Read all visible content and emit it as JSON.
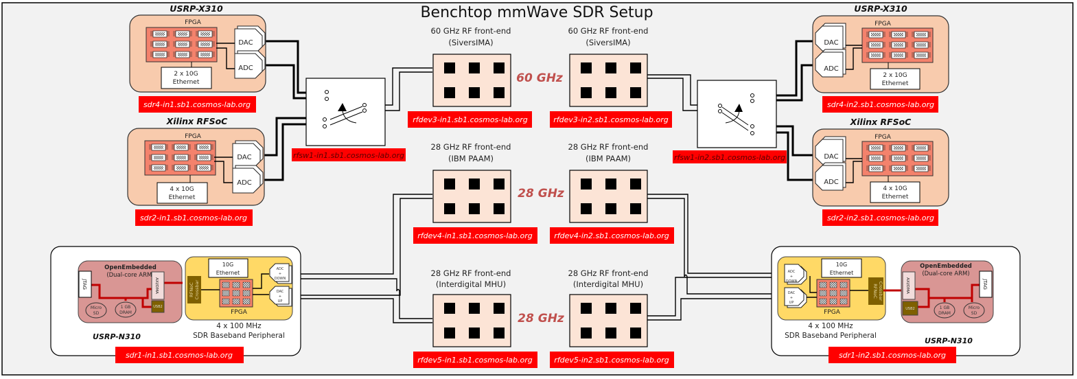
{
  "title": "Benchtop mmWave SDR Setup",
  "colors": {
    "background": "#f2f2f2",
    "sdr_box": "#f8cbad",
    "fpga_grid": "#f4826c",
    "hostname_bg": "#ff0000",
    "ghz_label": "#c0504d",
    "frontend_box": "#fce4d6",
    "n310_arm": "#d99694",
    "n310_fpga": "#ffd966",
    "crossbar": "#7f6000"
  },
  "left": {
    "x310": {
      "title": "USRP-X310",
      "fpga": "FPGA",
      "dac": "DAC",
      "adc": "ADC",
      "ethernet_line1": "2 x 10G",
      "ethernet_line2": "Ethernet",
      "hostname": "sdr4-in1.sb1.cosmos-lab.org"
    },
    "rfsoc": {
      "title": "Xilinx RFSoC",
      "fpga": "FPGA",
      "dac": "DAC",
      "adc": "ADC",
      "ethernet_line1": "4 x 10G",
      "ethernet_line2": "Ethernet",
      "hostname": "sdr2-in1.sb1.cosmos-lab.org"
    },
    "switch": {
      "hostname": "rfsw1-in1.sb1.cosmos-lab.org"
    },
    "n310": {
      "title": "USRP-N310",
      "arm_title": "OpenEmbedded",
      "arm_subtitle": "(Dual-core ARM)",
      "jtag": "JTAG",
      "axi_dma": "AXI/DMA",
      "usb2": "USB2",
      "micro_sd_line1": "Micro",
      "micro_sd_line2": "SD",
      "dram_line1": "1 GB",
      "dram_line2": "DRAM",
      "crossbar_line1": "RFNoC",
      "crossbar_line2": "Crossbar",
      "ethernet_line1": "10G",
      "ethernet_line2": "Ethernet",
      "adc_line1": "ADC",
      "adc_line2": "+",
      "adc_line3": "DOWN",
      "dac_line1": "DAC",
      "dac_line2": "+",
      "dac_line3": "UP",
      "fpga": "FPGA",
      "caption_line1": "4 x 100 MHz",
      "caption_line2": "SDR Baseband Peripheral",
      "hostname": "sdr1-in1.sb1.cosmos-lab.org"
    }
  },
  "right": {
    "x310": {
      "title": "USRP-X310",
      "fpga": "FPGA",
      "dac": "DAC",
      "adc": "ADC",
      "ethernet_line1": "2 x 10G",
      "ethernet_line2": "Ethernet",
      "hostname": "sdr4-in2.sb1.cosmos-lab.org"
    },
    "rfsoc": {
      "title": "Xilinx RFSoC",
      "fpga": "FPGA",
      "dac": "DAC",
      "adc": "ADC",
      "ethernet_line1": "4 x 10G",
      "ethernet_line2": "Ethernet",
      "hostname": "sdr2-in2.sb1.cosmos-lab.org"
    },
    "switch": {
      "hostname": "rfsw1-in2.sb1.cosmos-lab.org"
    },
    "n310": {
      "title": "USRP-N310",
      "arm_title": "OpenEmbedded",
      "arm_subtitle": "(Dual-core ARM)",
      "jtag": "JTAG",
      "axi_dma": "AXI/DMA",
      "usb2": "USB2",
      "micro_sd_line1": "Micro",
      "micro_sd_line2": "SD",
      "dram_line1": "1 GB",
      "dram_line2": "DRAM",
      "crossbar_line1": "RFNoC",
      "crossbar_line2": "Crossbar",
      "ethernet_line1": "10G",
      "ethernet_line2": "Ethernet",
      "adc_line1": "ADC",
      "adc_line2": "+",
      "adc_line3": "DOWN",
      "dac_line1": "DAC",
      "dac_line2": "+",
      "dac_line3": "UP",
      "fpga": "FPGA",
      "caption_line1": "4 x 100 MHz",
      "caption_line2": "SDR Baseband Peripheral",
      "hostname": "sdr1-in2.sb1.cosmos-lab.org"
    }
  },
  "frontends": {
    "rfdev3_in1": {
      "caption_line1": "60 GHz RF front-end",
      "caption_line2": "(SiversIMA)",
      "hostname": "rfdev3-in1.sb1.cosmos-lab.org"
    },
    "rfdev3_in2": {
      "caption_line1": "60 GHz RF front-end",
      "caption_line2": "(SiversIMA)",
      "hostname": "rfdev3-in2.sb1.cosmos-lab.org"
    },
    "rfdev4_in1": {
      "caption_line1": "28 GHz RF front-end",
      "caption_line2": "(IBM PAAM)",
      "hostname": "rfdev4-in1.sb1.cosmos-lab.org"
    },
    "rfdev4_in2": {
      "caption_line1": "28 GHz RF front-end",
      "caption_line2": "(IBM PAAM)",
      "hostname": "rfdev4-in2.sb1.cosmos-lab.org"
    },
    "rfdev5_in1": {
      "caption_line1": "28 GHz RF front-end",
      "caption_line2": "(Interdigital MHU)",
      "hostname": "rfdev5-in1.sb1.cosmos-lab.org"
    },
    "rfdev5_in2": {
      "caption_line1": "28 GHz RF front-end",
      "caption_line2": "(Interdigital MHU)",
      "hostname": "rfdev5-in2.sb1.cosmos-lab.org"
    }
  },
  "band_labels": {
    "row1": "60 GHz",
    "row2": "28 GHz",
    "row3": "28 GHz"
  }
}
